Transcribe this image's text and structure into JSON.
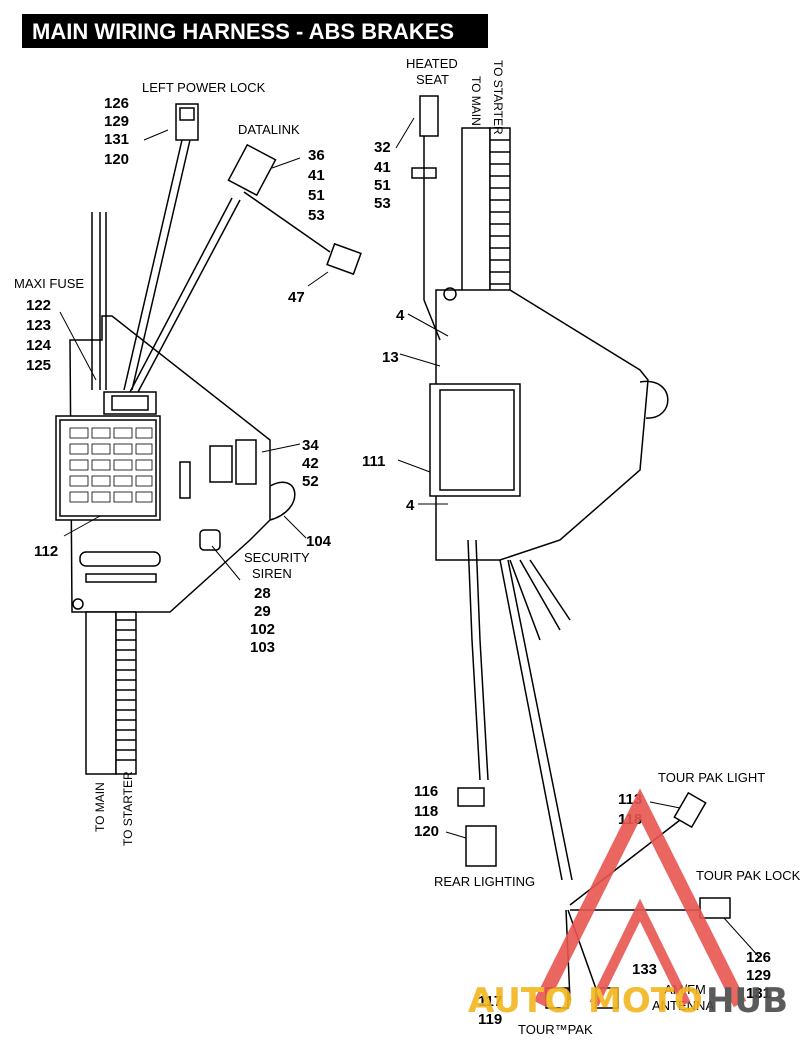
{
  "title": "MAIN WIRING HARNESS - ABS BRAKES",
  "labels": {
    "left_power_lock": "LEFT POWER LOCK",
    "datalink": "DATALINK",
    "maxi_fuse": "MAXI FUSE",
    "security_siren_1": "SECURITY",
    "security_siren_2": "SIREN",
    "heated_seat_1": "HEATED",
    "heated_seat_2": "SEAT",
    "to_main_left": "TO MAIN",
    "to_starter_left": "TO STARTER",
    "to_main_right": "TO MAIN",
    "to_starter_right": "TO STARTER",
    "tour_pak_light": "TOUR PAK LIGHT",
    "tour_pak_lock": "TOUR PAK LOCK",
    "rear_lighting": "REAR LIGHTING",
    "am_fm_antenna_1": "AM/FM",
    "am_fm_antenna_2": "ANTENNA",
    "tour_pak": "TOUR™PAK"
  },
  "callouts": {
    "left_power_lock": [
      "126",
      "129",
      "131",
      "120"
    ],
    "datalink": [
      "36",
      "41",
      "51",
      "53"
    ],
    "datalink_connector": "47",
    "maxi_fuse": [
      "122",
      "123",
      "124",
      "125"
    ],
    "right_side_left": [
      "34",
      "42",
      "52"
    ],
    "fuse_box": "112",
    "clamp": "104",
    "security_siren": [
      "28",
      "29",
      "102",
      "103"
    ],
    "heated_seat": [
      "32",
      "41",
      "51",
      "53"
    ],
    "ground_upper": "4",
    "clip": "13",
    "module": "111",
    "ground_lower": "4",
    "rear_lighting": [
      "116",
      "118",
      "120"
    ],
    "tour_pak_light": [
      "113",
      "118"
    ],
    "tour_pak_lock": [
      "126",
      "129",
      "131"
    ],
    "antenna": "133",
    "tour_pak": [
      "117",
      "119"
    ]
  },
  "watermark": {
    "text_auto": "AUTO",
    "text_moto": "MOTO",
    "text_hub": "HUB",
    "color_red": "#e8564f",
    "color_gold": "#f2b51c",
    "color_dark": "#4a4a4a"
  }
}
